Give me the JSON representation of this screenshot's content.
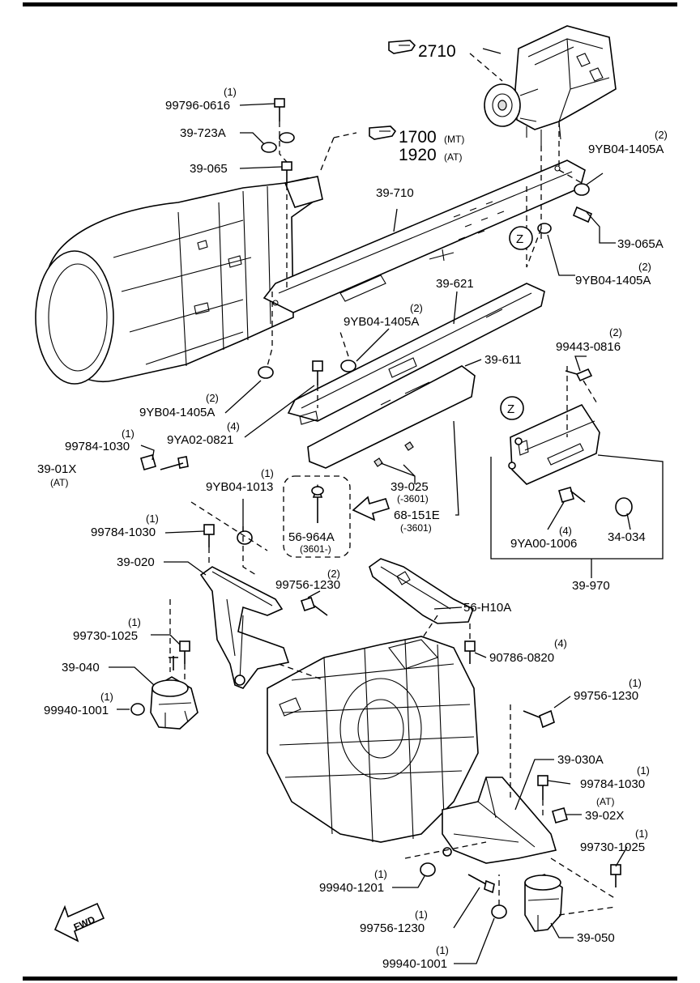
{
  "references": {
    "differential": "2710",
    "transmission_mt": "1700",
    "transmission_mt_tag": "(MT)",
    "transmission_at": "1920",
    "transmission_at_tag": "(AT)"
  },
  "zone_marker": "Z",
  "fwd_label": "FWD",
  "labels": {
    "p99796_0616": {
      "qty": "(1)",
      "code": "99796-0616"
    },
    "p39_723a": {
      "code": "39-723A"
    },
    "p39_065": {
      "code": "39-065"
    },
    "p39_710": {
      "code": "39-710"
    },
    "p9yb04_1405a_tr": {
      "qty": "(2)",
      "code": "9YB04-1405A"
    },
    "p39_065a": {
      "code": "39-065A"
    },
    "p9yb04_1405a_rmid": {
      "qty": "(2)",
      "code": "9YB04-1405A"
    },
    "p39_621": {
      "code": "39-621"
    },
    "p9yb04_1405a_mid": {
      "qty": "(2)",
      "code": "9YB04-1405A"
    },
    "p39_611": {
      "code": "39-611"
    },
    "p99443_0816": {
      "qty": "(2)",
      "code": "99443-0816"
    },
    "p9yb04_1405a_left": {
      "qty": "(2)",
      "code": "9YB04-1405A"
    },
    "p9ya02_0821": {
      "qty": "(4)",
      "code": "9YA02-0821"
    },
    "p99784_1030_a": {
      "qty": "(1)",
      "code": "99784-1030"
    },
    "p39_01x": {
      "code": "39-01X",
      "note": "(AT)"
    },
    "p9yb04_1013": {
      "qty": "(1)",
      "code": "9YB04-1013"
    },
    "p39_025": {
      "code": "39-025",
      "note": "(-3601)"
    },
    "p68_151e": {
      "code": "68-151E",
      "note": "(-3601)"
    },
    "p56_964a": {
      "code": "56-964A",
      "note": "(3601-)"
    },
    "p99784_1030_b": {
      "qty": "(1)",
      "code": "99784-1030"
    },
    "p9ya00_1006": {
      "qty": "(4)",
      "code": "9YA00-1006"
    },
    "p34_034": {
      "code": "34-034"
    },
    "p39_020": {
      "code": "39-020"
    },
    "p99756_1230_a": {
      "qty": "(2)",
      "code": "99756-1230"
    },
    "p56_h10a": {
      "code": "56-H10A"
    },
    "p39_970": {
      "code": "39-970"
    },
    "p99730_1025_a": {
      "qty": "(1)",
      "code": "99730-1025"
    },
    "p90786_0820": {
      "qty": "(4)",
      "code": "90786-0820"
    },
    "p39_040": {
      "code": "39-040"
    },
    "p99940_1001_a": {
      "qty": "(1)",
      "code": "99940-1001"
    },
    "p99756_1230_b": {
      "qty": "(1)",
      "code": "99756-1230"
    },
    "p39_030a": {
      "code": "39-030A"
    },
    "p99784_1030_c": {
      "qty": "(1)",
      "code": "99784-1030"
    },
    "p39_02x": {
      "code": "39-02X",
      "note": "(AT)"
    },
    "p99730_1025_b": {
      "qty": "(1)",
      "code": "99730-1025"
    },
    "p99940_1201": {
      "qty": "(1)",
      "code": "99940-1201"
    },
    "p99756_1230_c": {
      "qty": "(1)",
      "code": "99756-1230"
    },
    "p39_050": {
      "code": "39-050"
    },
    "p99940_1001_b": {
      "qty": "(1)",
      "code": "99940-1001"
    }
  }
}
